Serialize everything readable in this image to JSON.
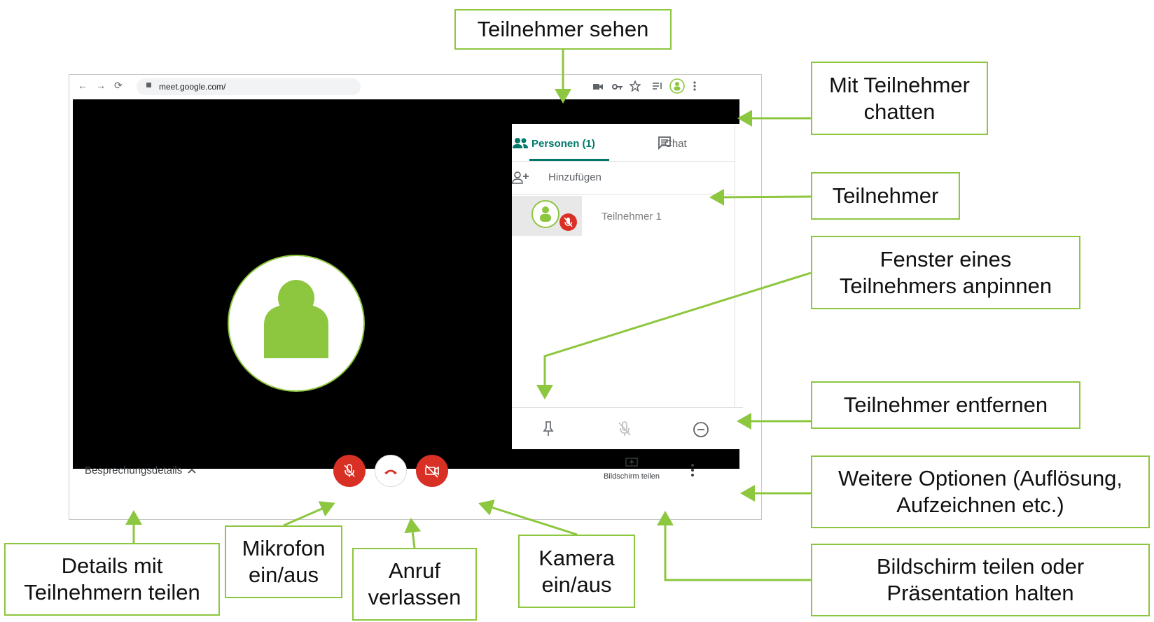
{
  "browser": {
    "url": "meet.google.com/",
    "nav": {
      "back": "←",
      "forward": "→",
      "reload": "⟳"
    },
    "toolbar_icons": [
      "camera-icon",
      "key-icon",
      "star-icon",
      "playlist-icon",
      "profile-icon",
      "menu-icon"
    ]
  },
  "panel": {
    "tab_people": "Personen (1)",
    "tab_chat": "Chat",
    "add_label": "Hinzufügen",
    "participant_name": "Teilnehmer 1"
  },
  "bottom_bar": {
    "details_label": "Besprechungsdetails",
    "share_label": "Bildschirm teilen"
  },
  "callouts": {
    "see_participants": "Teilnehmer sehen",
    "chat": "Mit Teilnehmer\nchatten",
    "participant": "Teilnehmer",
    "pin": "Fenster eines\nTeilnehmers anpinnen",
    "remove": "Teilnehmer entfernen",
    "more_options": "Weitere Optionen (Auflösung,\nAufzeichnen etc.)",
    "share_screen": "Bildschirm teilen oder\nPräsentation halten",
    "details": "Details mit\nTeilnehmern teilen",
    "mic": "Mikrofon\nein/aus",
    "leave": "Anruf\nverlassen",
    "camera": "Kamera\nein/aus"
  },
  "colors": {
    "accent_green": "#8dc63f",
    "meet_teal": "#00796b",
    "red": "#d93025"
  }
}
